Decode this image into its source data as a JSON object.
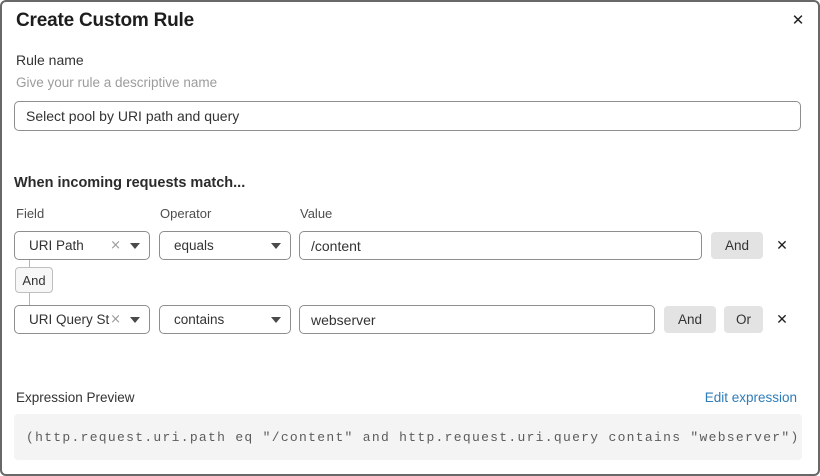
{
  "dialog": {
    "title": "Create Custom Rule"
  },
  "icons": {
    "close": "✕",
    "clear": "×",
    "remove": "✕"
  },
  "rule_name": {
    "label": "Rule name",
    "hint": "Give your rule a descriptive name",
    "value": "Select pool by URI path and query"
  },
  "match": {
    "heading": "When incoming requests match...",
    "columns": {
      "field": "Field",
      "operator": "Operator",
      "value": "Value"
    },
    "rows": [
      {
        "field": "URI Path",
        "operator": "equals",
        "value": "/content",
        "and_label": "And"
      },
      {
        "field": "URI Query St...",
        "operator": "contains",
        "value": "webserver",
        "and_label": "And",
        "or_label": "Or"
      }
    ],
    "connector_badge": "And"
  },
  "expression": {
    "label": "Expression Preview",
    "edit_link": "Edit expression",
    "code": "(http.request.uri.path eq \"/content\" and http.request.uri.query contains \"webserver\")"
  },
  "colors": {
    "link_blue": "#2e7cb8",
    "button_gray": "#e3e3e3",
    "code_background": "#f4f4f4",
    "input_border": "#8e8e8e"
  }
}
